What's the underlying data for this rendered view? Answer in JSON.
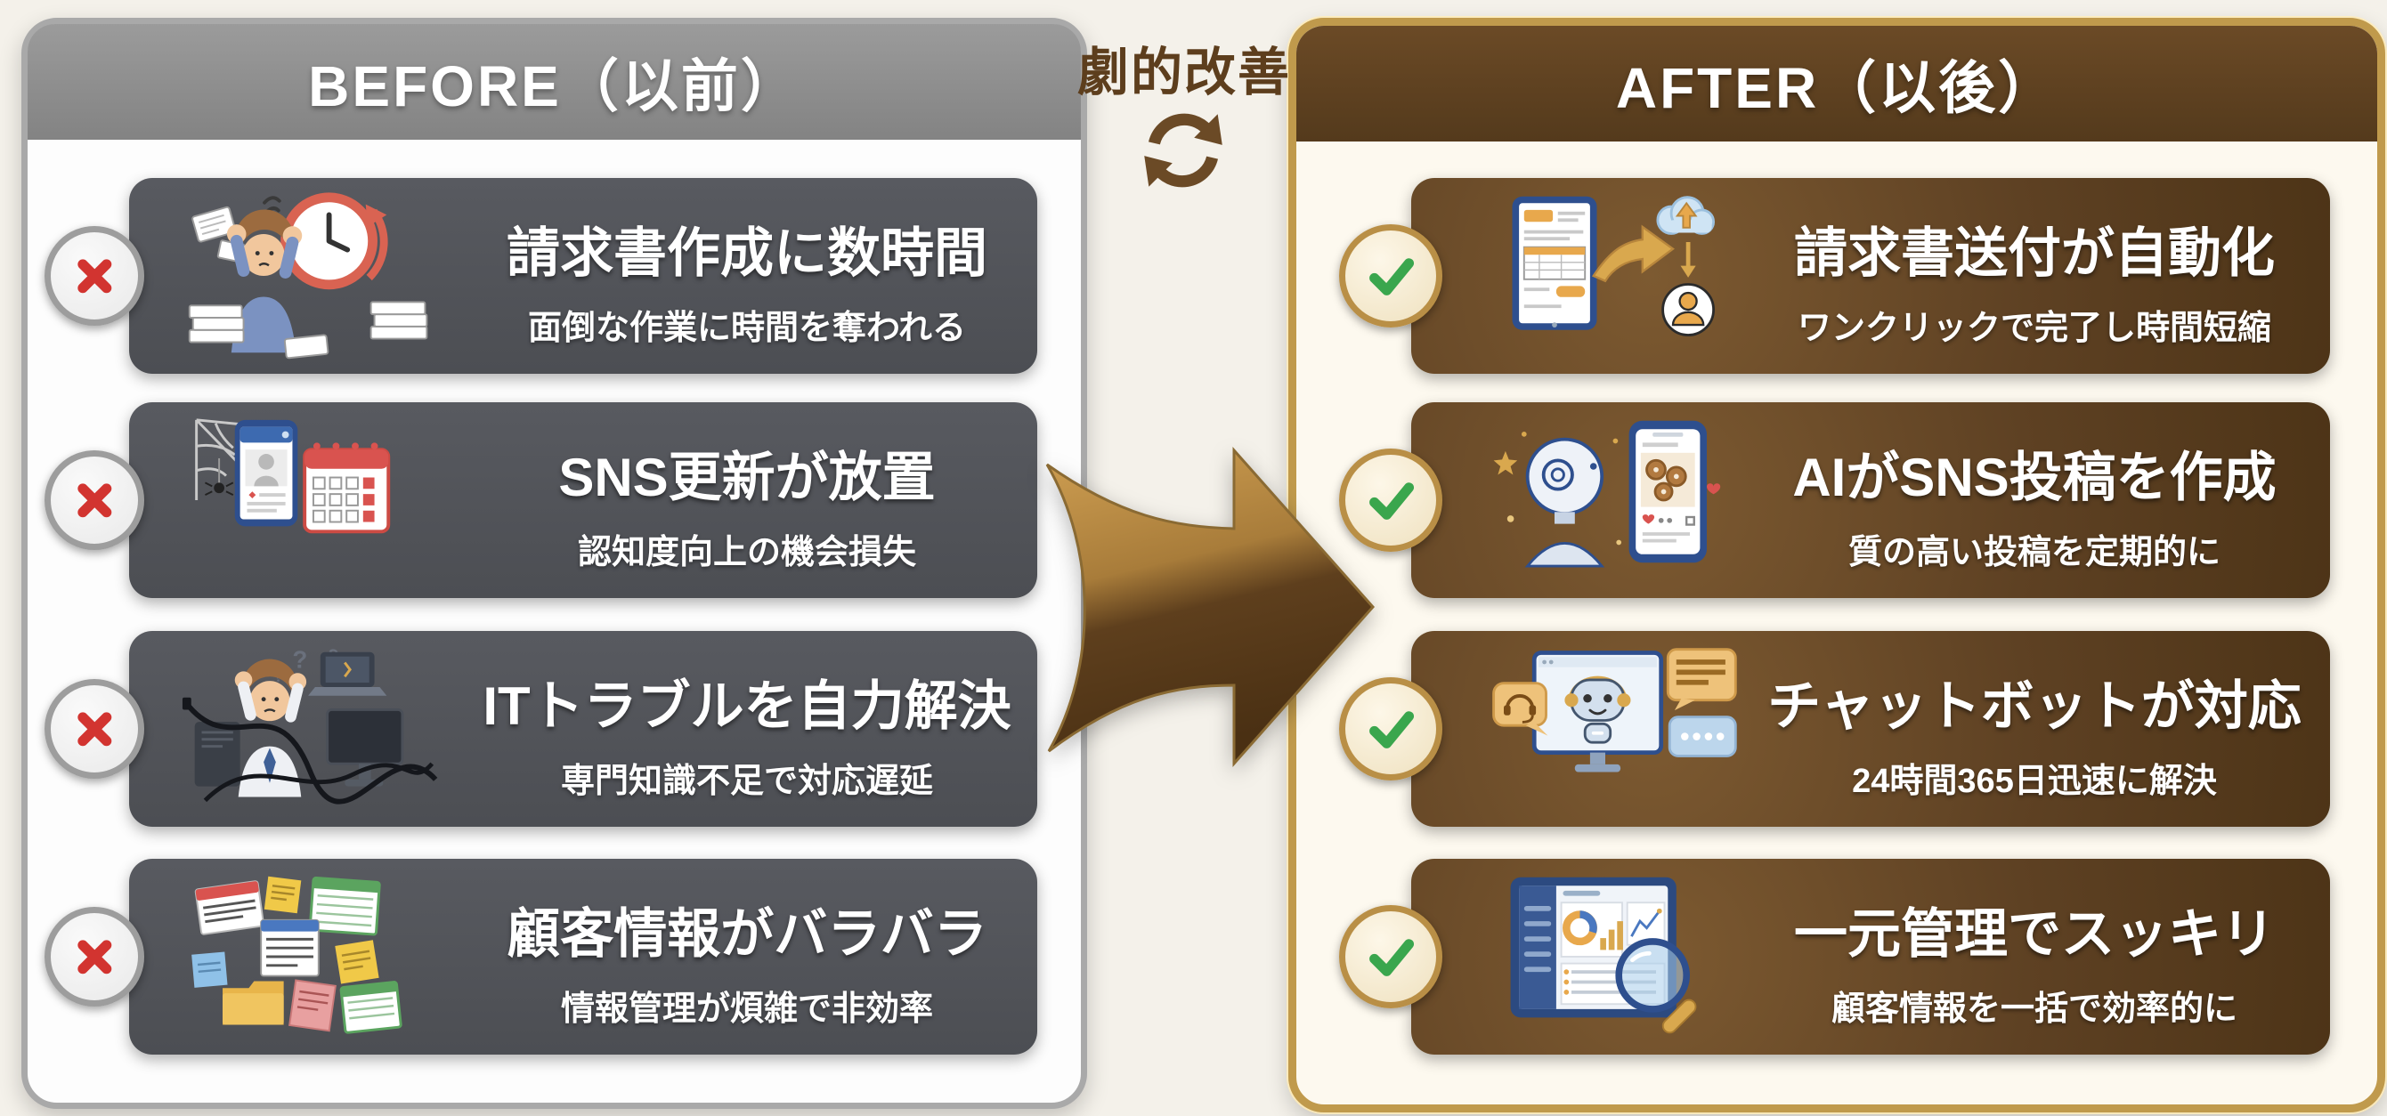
{
  "page": {
    "background": "#f4f1ea"
  },
  "center": {
    "improve_label": "劇的改善",
    "improve_color": "#5d3e1d",
    "cycle_icon": "cycle-arrows-icon",
    "arrow_icon": "transform-arrow-icon",
    "arrow_gold": "#c79a4b",
    "arrow_brown": "#4a3013"
  },
  "before": {
    "header": "BEFORE（以前）",
    "header_bg": "#8f8f8f",
    "panel_border": "#a9a9a9",
    "card_bg": "#53555a",
    "badge_icon": "cross-icon",
    "badge_color": "#d23430",
    "items": [
      {
        "title": "請求書作成に数時間",
        "subtitle": "面倒な作業に時間を奪われる",
        "illustration": "stressed-worker-clock-illustration"
      },
      {
        "title": "SNS更新が放置",
        "subtitle": "認知度向上の機会損失",
        "illustration": "cobweb-phone-calendar-illustration"
      },
      {
        "title": "ITトラブルを自力解決",
        "subtitle": "専門知識不足で対応遅延",
        "illustration": "tangled-cables-worker-illustration"
      },
      {
        "title": "顧客情報がバラバラ",
        "subtitle": "情報管理が煩雑で非効率",
        "illustration": "scattered-documents-illustration"
      }
    ]
  },
  "after": {
    "header": "AFTER（以後）",
    "header_bg": "#5e4122",
    "panel_border": "#c09a4c",
    "card_bg": "#5e4123",
    "badge_icon": "check-icon",
    "badge_color": "#3aa64d",
    "items": [
      {
        "title": "請求書送付が自動化",
        "subtitle": "ワンクリックで完了し時間短縮",
        "illustration": "invoice-automation-illustration"
      },
      {
        "title": "AIがSNS投稿を作成",
        "subtitle": "質の高い投稿を定期的に",
        "illustration": "ai-sns-post-illustration"
      },
      {
        "title": "チャットボットが対応",
        "subtitle": "24時間365日迅速に解決",
        "illustration": "chatbot-support-illustration"
      },
      {
        "title": "一元管理でスッキリ",
        "subtitle": "顧客情報を一括で効率的に",
        "illustration": "dashboard-management-illustration"
      }
    ]
  }
}
